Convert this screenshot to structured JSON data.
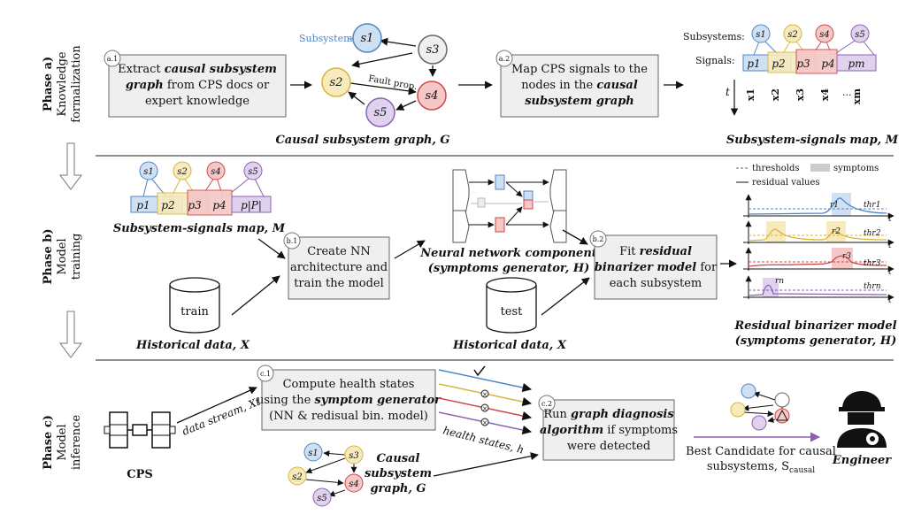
{
  "phases": {
    "a": {
      "title": "Phase a)",
      "subtitle_1": "Knowledge",
      "subtitle_2": "formalization"
    },
    "b": {
      "title": "Phase b)",
      "subtitle_1": "Model",
      "subtitle_2": "training"
    },
    "c": {
      "title": "Phase c)",
      "subtitle_1": "Model",
      "subtitle_2": "inference"
    }
  },
  "steps": {
    "a1": {
      "tag": "a.1",
      "line1": "Extract",
      "line1_em": "causal subsystem",
      "line2_em": "graph",
      "line2": "from CPS docs or",
      "line3": "expert knowledge"
    },
    "a2": {
      "tag": "a.2",
      "line1": "Map CPS signals to the",
      "line2": "nodes in the",
      "line2_em": "causal",
      "line3_em": "subsystem graph"
    },
    "b1": {
      "tag": "b.1",
      "line1": "Create NN",
      "line2": "architecture and",
      "line3": "train the model"
    },
    "b2": {
      "tag": "b.2",
      "line1": "Fit",
      "line1_em": "residual",
      "line2_em": "binarizer model",
      "line2": "for",
      "line3": "each subsystem"
    },
    "c1": {
      "tag": "c.1",
      "line1": "Compute health states",
      "line2": "using the",
      "line2_em": "symptom generator",
      "line3": "(NN & redisual bin. model)"
    },
    "c2": {
      "tag": "c.2",
      "line1": "Run",
      "line1_em": "graph diagnosis",
      "line2_em": "algorithm",
      "line2": "if symptoms",
      "line3": "were detected"
    }
  },
  "graph": {
    "subsystem_label": "Subsystem",
    "fault_label": "Fault prop.",
    "caption": "Causal subsystem graph, G",
    "nodes": [
      "s1",
      "s2",
      "s3",
      "s4",
      "s5"
    ]
  },
  "map": {
    "subsystems_label": "Subsystems:",
    "signals_label": "Signals:",
    "signals": [
      "p1",
      "p2",
      "p3",
      "p4",
      "pm"
    ],
    "signals_b": [
      "p1",
      "p2",
      "p3",
      "p4",
      "p|P|"
    ],
    "time_label": "t",
    "columns": [
      "x1",
      "x2",
      "x3",
      "x4",
      "...",
      "xm"
    ],
    "caption": "Subsystem-signals map, M"
  },
  "training": {
    "map_caption": "Subsystem-signals map, M",
    "train_db": "train",
    "test_db": "test",
    "hist_caption": "Historical data, X",
    "nn_caption_1": "Neural network component",
    "nn_caption_2": "(symptoms generator, H)",
    "legend_thresholds": "thresholds",
    "legend_symptoms": "symptoms",
    "legend_residual": "residual values",
    "residual_labels": [
      "r1",
      "r2",
      "r3",
      "rn"
    ],
    "threshold_labels": [
      "thr1",
      "thr2",
      "thr3",
      "thrn"
    ],
    "axis_label": "t",
    "rb_caption_1": "Residual binarizer model",
    "rb_caption_2": "(symptoms generator, H)"
  },
  "inference": {
    "cps_label": "CPS",
    "data_stream": "data stream, Xt",
    "health_states": "health states, h",
    "graph_caption_1": "Causal",
    "graph_caption_2": "subsystem",
    "graph_caption_3": "graph, G",
    "best_1": "Best Candidate for causal",
    "best_2": "subsystems, S",
    "best_sub": "causal",
    "engineer": "Engineer"
  },
  "colors": {
    "blue": "#4f86c6",
    "blue_fill": "#cfe0f3",
    "yellow": "#d8b53a",
    "yellow_fill": "#f7ebbd",
    "red": "#cc4a4a",
    "red_fill": "#f5c7c7",
    "purple": "#8a63b0",
    "purple_fill": "#e0d2ee",
    "box_fill": "#efefef",
    "box_stroke": "#666666"
  }
}
